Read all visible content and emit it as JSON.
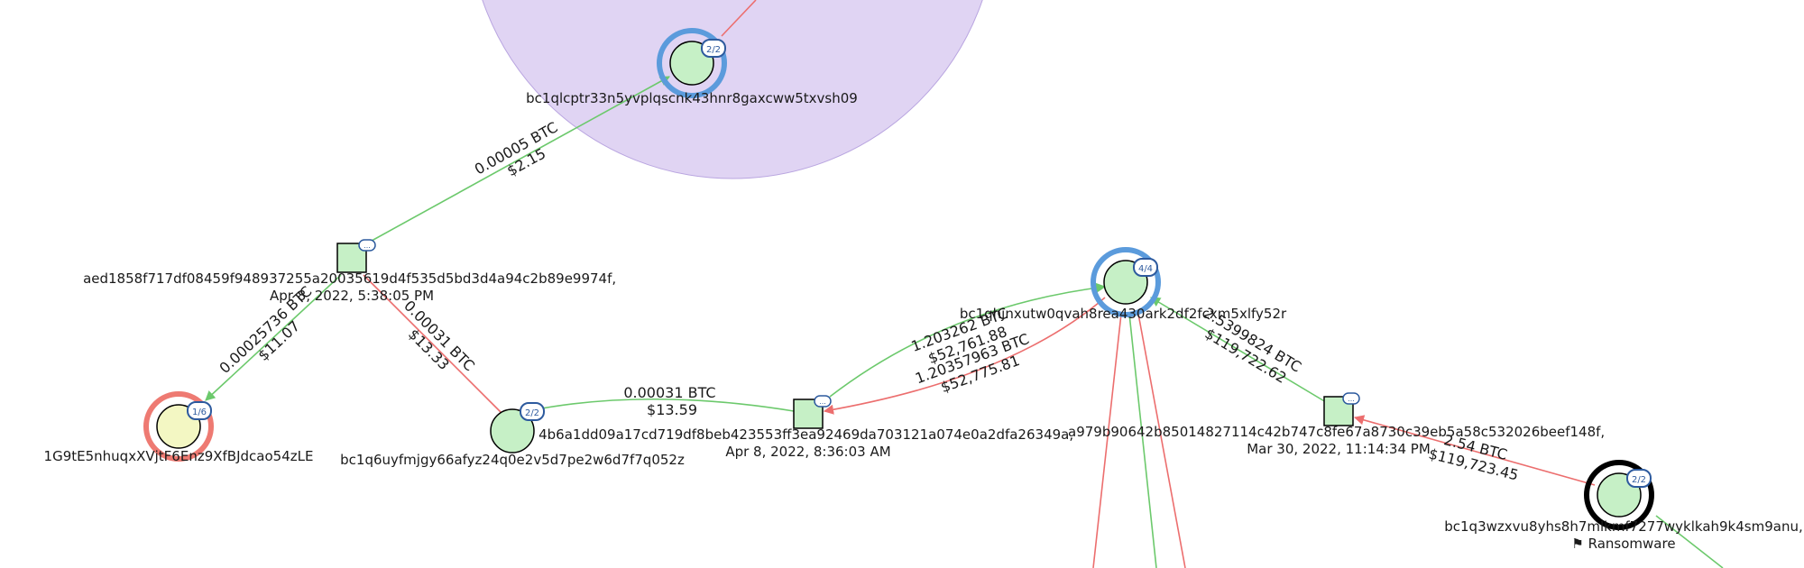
{
  "colors": {
    "cluster_fill": "#e0d4f3",
    "cluster_stroke": "#b9a5e0",
    "address_fill": "#c6f0c6",
    "tx_fill": "#c6f0c6",
    "yellow_fill": "#f3f7c3",
    "ring_blue": "#5b9bdc",
    "ring_red": "#ee7a72",
    "ring_black": "#000000",
    "edge_green": "#6cc96c",
    "edge_red": "#ec6e6e",
    "badge_stroke": "#2d5a9e"
  },
  "nodes": {
    "cluster_top": {
      "label": "bc1qlcptr33n5yvplqscnk43hnr8gaxcww5txvsh09",
      "badge": "2/2",
      "ring": "blue"
    },
    "tx_aed": {
      "label_line1": "aed1858f717df08459f948937255a20035619d4f535d5bd3d4a94c2b89e9974f,",
      "label_line2": "Apr 8, 2022, 5:38:05 PM",
      "badge": "..."
    },
    "addr_1g9": {
      "label": "1G9tE5nhuqxXVjtF6Enz9XfBJdcao54zLE",
      "badge": "1/6",
      "ring": "red"
    },
    "addr_bc1q6u": {
      "label": "bc1q6uyfmjgy66afyz24q0e2v5d7pe2w6d7f7q052z",
      "badge": "2/2"
    },
    "tx_4b6": {
      "label_line1": "4b6a1dd09a17cd719df8beb423553ff3ea92469da703121a074e0a2dfa26349a,",
      "label_line2": "Apr 8, 2022, 8:36:03 AM",
      "badge": "..."
    },
    "addr_bc1qhj": {
      "label": "bc1qhjnxutw0qvah8rea430ark2df2fcxm5xlfy52r",
      "badge": "4/4",
      "ring": "blue"
    },
    "tx_a97": {
      "label_line1": "a979b90642b85014827114c42b747c8fe67a8730c39eb5a58c532026beef148f,",
      "label_line2": "Mar 30, 2022, 11:14:34 PM",
      "badge": "..."
    },
    "addr_bc1q3w": {
      "label": "bc1q3wzxvu8yhs8h7mlkmf7277wyklkah9k4sm9anu,",
      "badge": "2/2",
      "ring": "black",
      "tag": "⚑ Ransomware"
    }
  },
  "edges": {
    "e1": {
      "btc": "0.00005 BTC",
      "usd": "$2.15"
    },
    "e2": {
      "btc": "0.00025736 BTC",
      "usd": "$11.07"
    },
    "e3": {
      "btc": "0.00031 BTC",
      "usd": "$13.33"
    },
    "e4": {
      "btc": "0.00031 BTC",
      "usd": "$13.59"
    },
    "e5": {
      "btc": "1.203262 BTC",
      "usd": "$52,761.88"
    },
    "e6": {
      "btc": "1.20357963 BTC",
      "usd": "$52,775.81"
    },
    "e7": {
      "btc": "2.5399824 BTC",
      "usd": "$119,722.62"
    },
    "e8": {
      "btc": "2.54 BTC",
      "usd": "$119,723.45"
    }
  }
}
